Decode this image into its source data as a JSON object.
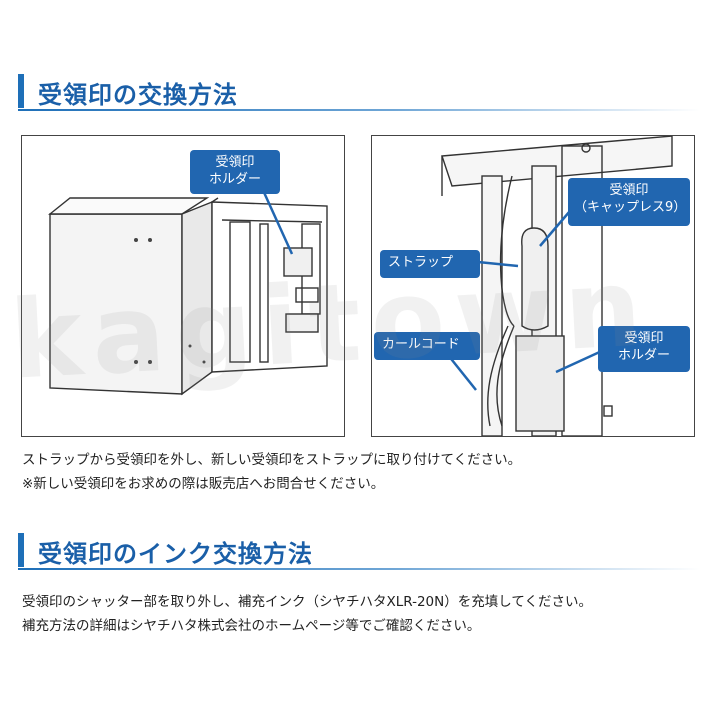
{
  "section1": {
    "title": "受領印の交換方法",
    "callouts": {
      "holder_left": "受領印\nホルダー",
      "stamp": "受領印\n（キャップレス9）",
      "strap": "ストラップ",
      "curl_cord": "カールコード",
      "holder_right": "受領印\nホルダー"
    },
    "desc": [
      "ストラップから受領印を外し、新しい受領印をストラップに取り付けてください。",
      "※新しい受領印をお求めの際は販売店へお問合せください。"
    ]
  },
  "section2": {
    "title": "受領印のインク交換方法",
    "desc": [
      "受領印のシャッター部を取り外し、補充インク（シヤチハタXLR-20N）を充填してください。",
      "補充方法の詳細はシヤチハタ株式会社のホームページ等でご確認ください。"
    ]
  },
  "watermark": "kagitown",
  "colors": {
    "accent": "#1e6fb8",
    "callout": "#2166b0"
  }
}
